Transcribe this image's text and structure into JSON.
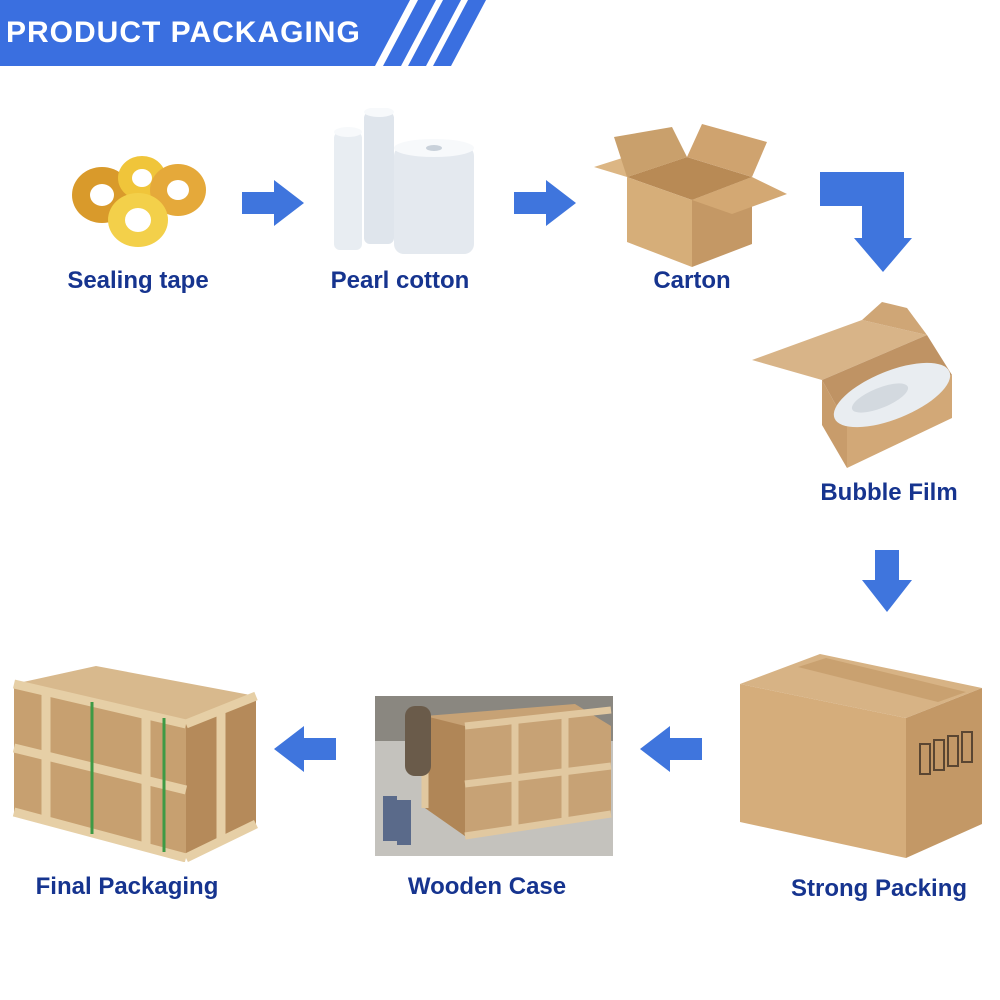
{
  "banner": {
    "title": "PRODUCT PACKAGING"
  },
  "steps": [
    {
      "label": "Sealing tape"
    },
    {
      "label": "Pearl cotton"
    },
    {
      "label": "Carton"
    },
    {
      "label": "Bubble Film"
    },
    {
      "label": "Strong Packing"
    },
    {
      "label": "Wooden Case"
    },
    {
      "label": "Final Packaging"
    }
  ],
  "colors": {
    "banner_blue": "#3a6fe0",
    "arrow_blue": "#3f75dd",
    "label_navy": "#16348f",
    "cardboard": "#d2ab78"
  },
  "icons": [
    "arrow-right-icon",
    "arrow-down-icon",
    "arrow-left-icon",
    "elbow-arrow-icon"
  ]
}
